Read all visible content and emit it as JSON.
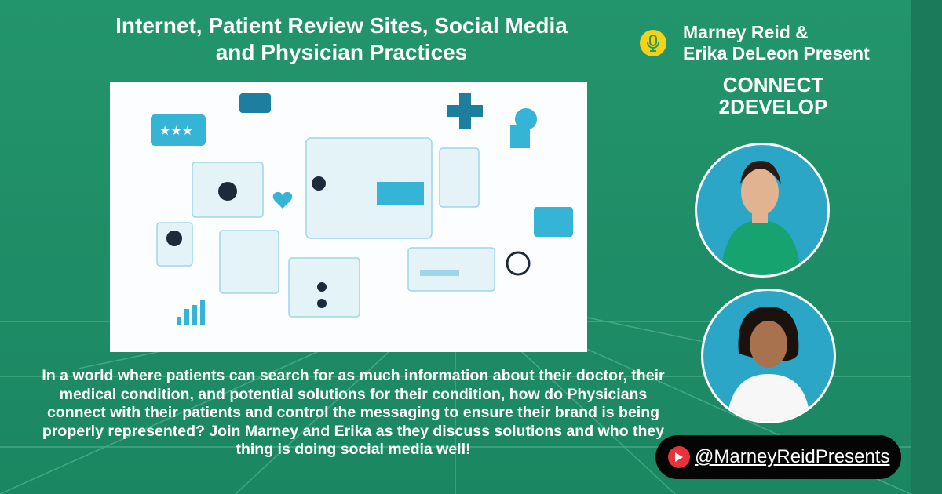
{
  "title": "Internet, Patient Review Sites, Social Media and Physician Practices",
  "description": "In a world where patients can search for as much information about their doctor, their medical condition, and potential solutions for their condition, how do Physicians connect with their patients and control the messaging to ensure their brand is being properly represented? Join Marney and Erika as they discuss solutions and who they thing is doing social media well!",
  "presenters_line1": "Marney Reid &",
  "presenters_line2": "Erika DeLeon Present",
  "show_line1": "CONNECT",
  "show_line2": "2DEVELOP",
  "channel_handle": "@MarneyReidPresents",
  "colors": {
    "background": "#1f8e68",
    "accent": "#2ba6c7",
    "logo": "#f4d21a",
    "youtube": "#e8333a"
  }
}
